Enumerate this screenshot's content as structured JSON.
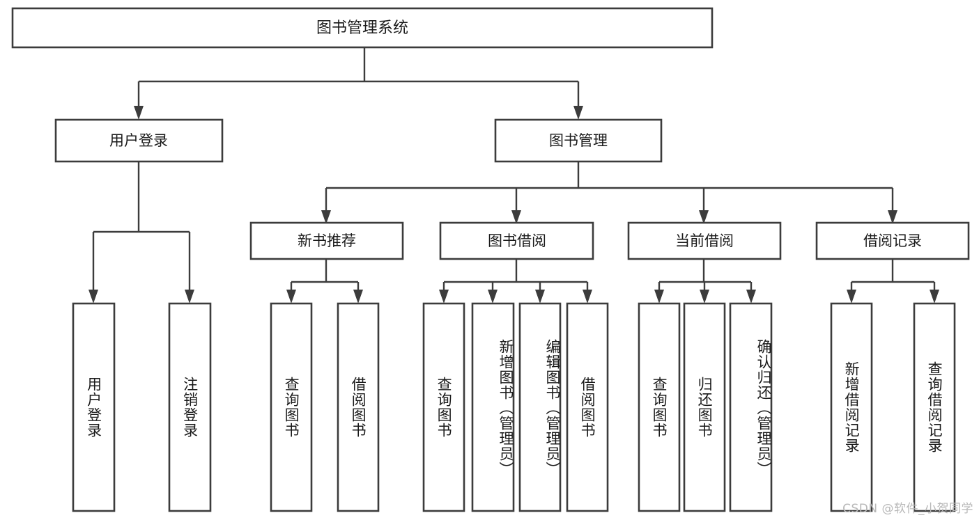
{
  "diagram": {
    "type": "tree",
    "title": "图书管理系统",
    "colors": {
      "stroke": "#3c3c3c",
      "box_fill": "#ffffff",
      "text": "#1a1a1a",
      "background": "#ffffff",
      "watermark": "#b8b8b8"
    },
    "root": {
      "label": "图书管理系统"
    },
    "level2": [
      {
        "label": "用户登录"
      },
      {
        "label": "图书管理"
      }
    ],
    "level3": [
      {
        "label": "新书推荐"
      },
      {
        "label": "图书借阅"
      },
      {
        "label": "当前借阅"
      },
      {
        "label": "借阅记录"
      }
    ],
    "leaves": {
      "user_login": [
        {
          "label": "用户登录"
        },
        {
          "label": "注销登录"
        }
      ],
      "new_book_recommend": [
        {
          "label": "查询图书"
        },
        {
          "label": "借阅图书"
        }
      ],
      "book_borrow": [
        {
          "label": "查询图书"
        },
        {
          "label": "新增图书（管理员）"
        },
        {
          "label": "编辑图书（管理员）"
        },
        {
          "label": "借阅图书"
        }
      ],
      "current_borrow": [
        {
          "label": "查询图书"
        },
        {
          "label": "归还图书"
        },
        {
          "label": "确认归还（管理员）"
        }
      ],
      "borrow_record": [
        {
          "label": "新增借阅记录"
        },
        {
          "label": "查询借阅记录"
        }
      ]
    }
  },
  "watermark": {
    "text": "CSDN @软件_小贺同学"
  }
}
